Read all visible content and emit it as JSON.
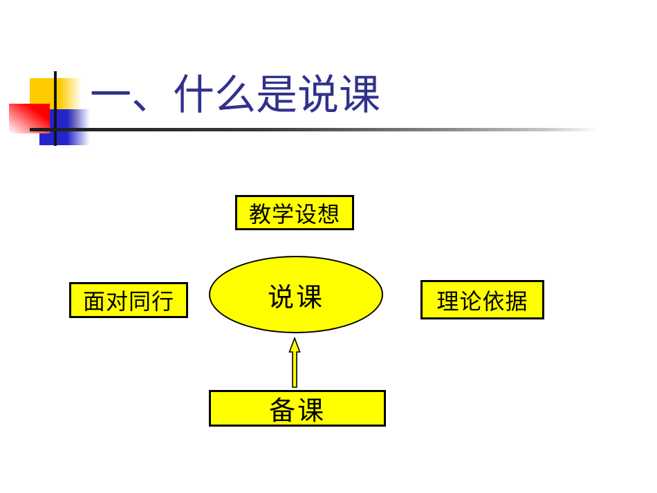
{
  "slide": {
    "title": "一、什么是说课",
    "background": "#FFFFFF"
  },
  "theme": {
    "title_color": "#31318C",
    "node_fill": "#FFFF00",
    "node_border": "#000000",
    "node_text_color": "#000000",
    "decoration_colors": {
      "yellow_square": "#FFCC00",
      "red_square": "#FF0000",
      "blue_square": "#2525CC",
      "cross_lines": "#141414"
    }
  },
  "diagram": {
    "nodes": [
      {
        "id": "top",
        "label": "教学设想",
        "shape": "rectangle"
      },
      {
        "id": "center",
        "label": "说课",
        "shape": "ellipse"
      },
      {
        "id": "left",
        "label": "面对同行",
        "shape": "rectangle"
      },
      {
        "id": "right",
        "label": "理论依据",
        "shape": "rectangle"
      },
      {
        "id": "bottom",
        "label": "备课",
        "shape": "rectangle"
      }
    ],
    "connector": {
      "from": "bottom",
      "to": "center",
      "type": "arrow-up",
      "fill": "#FFFF00"
    }
  }
}
